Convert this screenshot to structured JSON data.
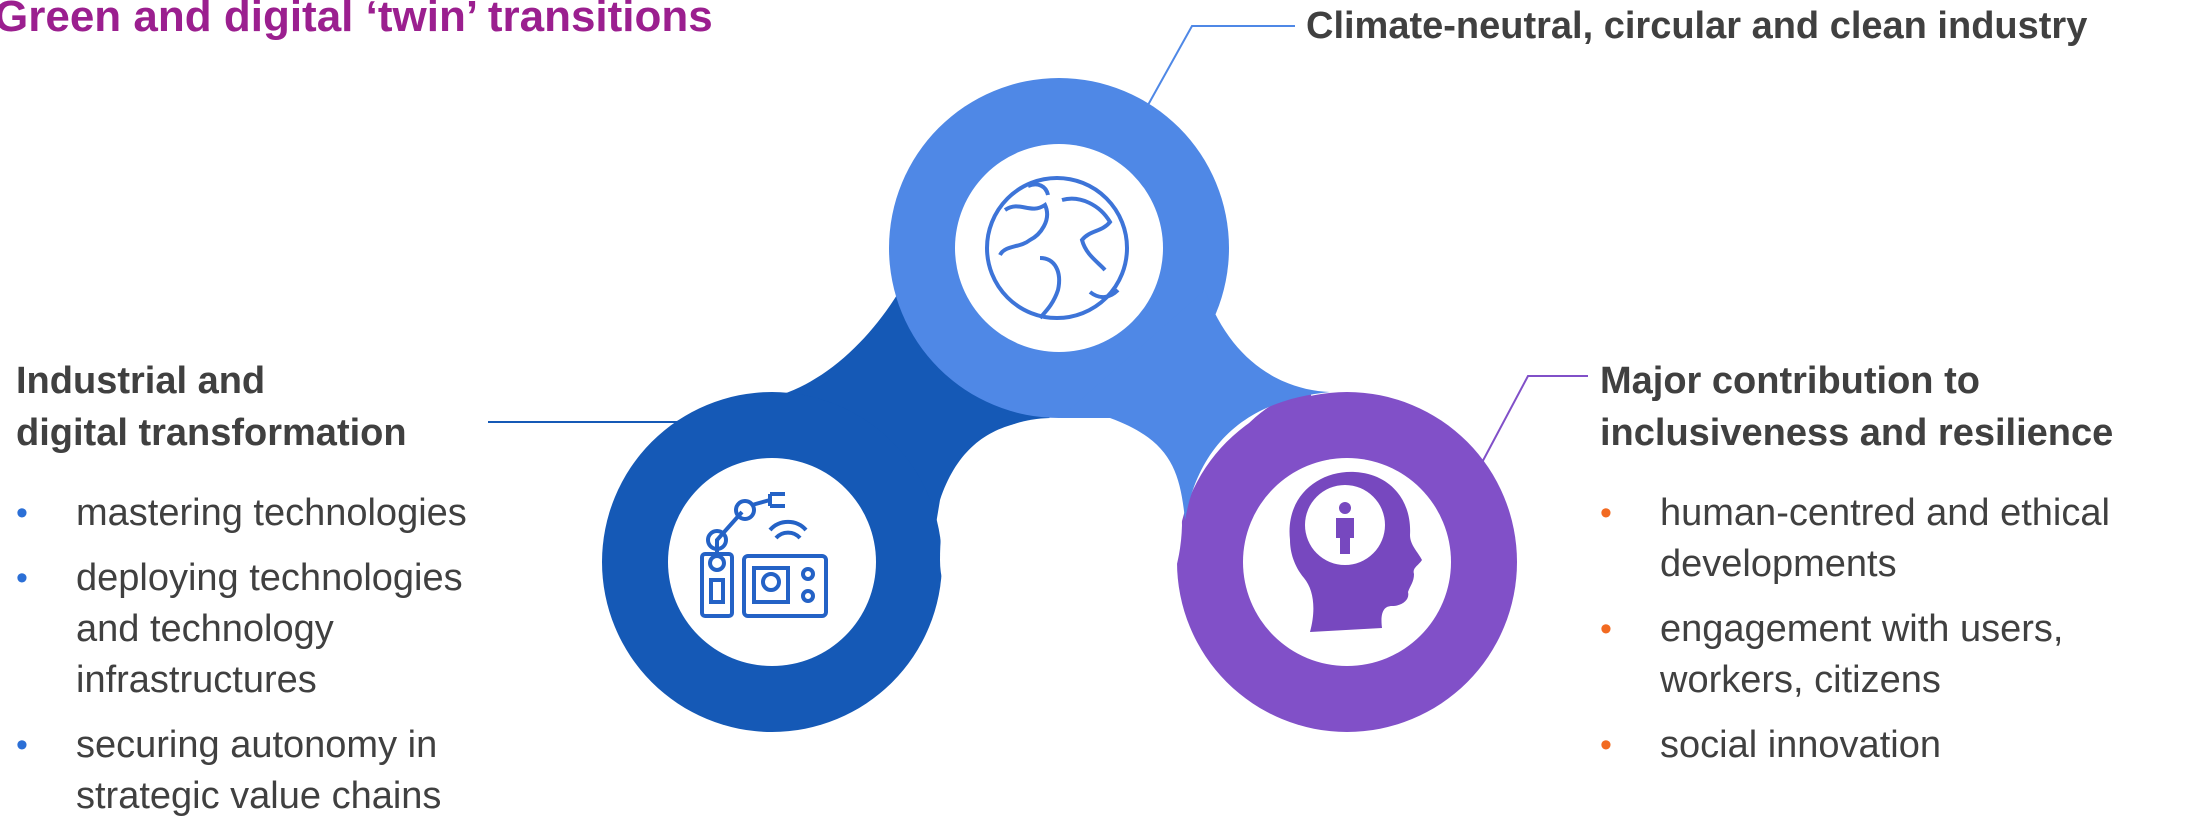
{
  "title": "Green and digital ‘twin’ transitions",
  "top": {
    "heading": "Climate-neutral, circular and clean industry",
    "icon": "globe-icon"
  },
  "left": {
    "heading_line1": "Industrial and",
    "heading_line2": "digital transformation",
    "icon": "robot-arm-icon",
    "bullets": [
      {
        "line1": "mastering technologies",
        "line2": "",
        "line3": ""
      },
      {
        "line1": "deploying technologies",
        "line2": "and technology",
        "line3": "infrastructures"
      },
      {
        "line1": "securing autonomy in",
        "line2": "strategic value chains",
        "line3": ""
      }
    ]
  },
  "right": {
    "heading_line1": "Major contribution to",
    "heading_line2": "inclusiveness and resilience",
    "icon": "human-head-icon",
    "bullets": [
      {
        "line1": "human-centred and ethical",
        "line2": "developments"
      },
      {
        "line1": "engagement with users,",
        "line2": "workers, citizens"
      },
      {
        "line1": "social innovation",
        "line2": ""
      }
    ]
  },
  "colors": {
    "title": "#9b1f8f",
    "top_ring": "#4f88e6",
    "left_ring": "#1559b6",
    "right_ring": "#8150c8",
    "text": "#404040",
    "left_bullet": "#2b6fd6",
    "right_bullet": "#f26a21"
  }
}
